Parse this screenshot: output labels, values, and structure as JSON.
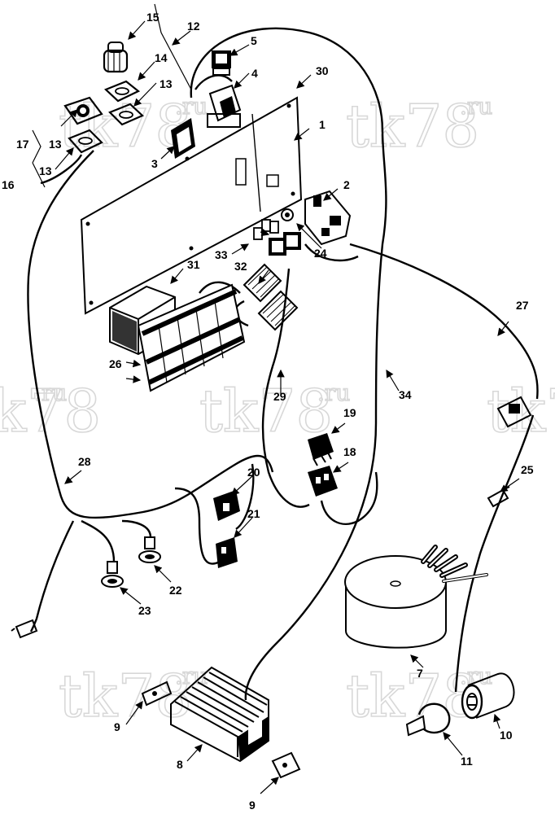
{
  "watermark": {
    "main": "tk78",
    "suffix": ".ru"
  },
  "labels": {
    "l1": "1",
    "l2": "2",
    "l3": "3",
    "l4": "4",
    "l5": "5",
    "l7": "7",
    "l8": "8",
    "l9a": "9",
    "l9b": "9",
    "l10": "10",
    "l11": "11",
    "l12": "12",
    "l13a": "13",
    "l13b": "13",
    "l13c": "13",
    "l14": "14",
    "l15": "15",
    "l16": "16",
    "l17": "17",
    "l18": "18",
    "l19": "19",
    "l20": "20",
    "l21": "21",
    "l22": "22",
    "l23": "23",
    "l24": "24",
    "l25": "25",
    "l26": "26",
    "l27": "27",
    "l28": "28",
    "l29": "29",
    "l30": "30",
    "l31": "31",
    "l32": "32",
    "l33": "33",
    "l34": "34"
  }
}
